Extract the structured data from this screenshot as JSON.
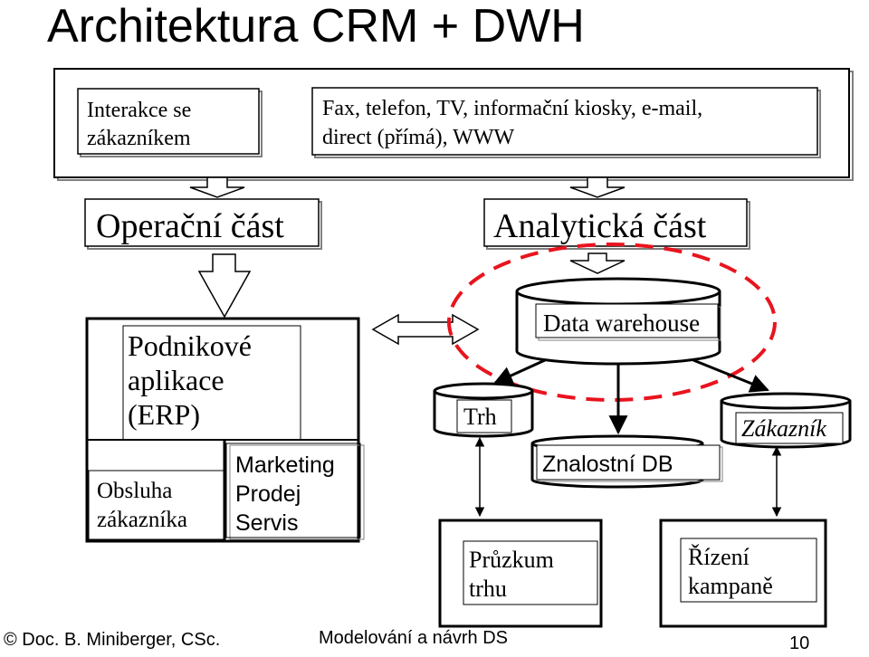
{
  "title": "Architektura CRM + DWH",
  "interaction": {
    "label_lines": [
      "Interakce se",
      "zákazníkem"
    ],
    "channels_lines": [
      "Fax, telefon, TV, informační kiosky, e-mail,",
      "direct (přímá), WWW"
    ]
  },
  "operational": {
    "label": "Operační část"
  },
  "analytical": {
    "label": "Analytická část"
  },
  "erp": {
    "label_lines": [
      "Podnikové",
      "aplikace",
      "(ERP)"
    ],
    "customer_service_lines": [
      "Obsluha",
      "zákazníka"
    ],
    "msp_lines": [
      "Marketing",
      "Prodej",
      "Servis"
    ]
  },
  "dwh": {
    "label": "Data warehouse"
  },
  "market_db": {
    "label": "Trh"
  },
  "knowledge_db": {
    "label": "Znalostní DB"
  },
  "customer_db": {
    "label": "Zákazník"
  },
  "market_research": {
    "label_lines": [
      "Průzkum",
      "trhu"
    ]
  },
  "campaign_mgmt": {
    "label_lines": [
      "Řízení",
      "kampaně"
    ]
  },
  "footer": {
    "author": "© Doc. B. Miniberger, CSc.",
    "course": "Modelování a návrh DS",
    "page": "10"
  },
  "colors": {
    "ink": "#000000",
    "highlight": "#e8141e",
    "background": "#ffffff",
    "shadow": "#808080"
  }
}
